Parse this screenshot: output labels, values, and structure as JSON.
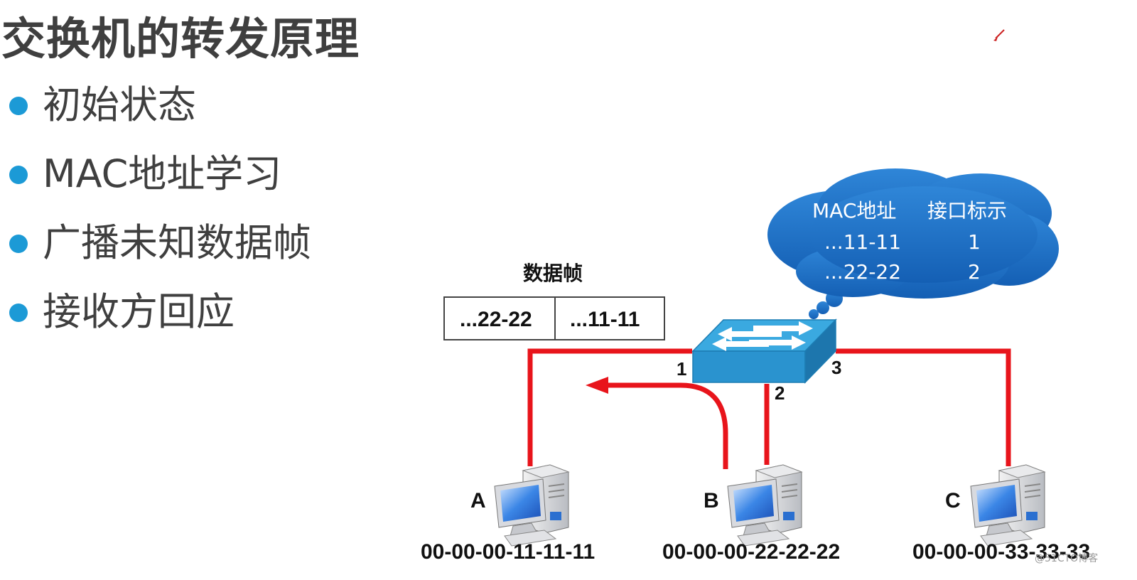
{
  "title": "交换机的转发原理",
  "bullets": [
    "初始状态",
    "MAC地址学习",
    "广播未知数据帧",
    "接收方回应"
  ],
  "frame": {
    "title": "数据帧",
    "dst": "...22-22",
    "src": "...11-11"
  },
  "mac_table": {
    "header_mac": "MAC地址",
    "header_port": "接口标示",
    "rows": [
      {
        "mac": "...11-11",
        "port": "1"
      },
      {
        "mac": "...22-22",
        "port": "2"
      }
    ]
  },
  "ports": {
    "p1": "1",
    "p2": "2",
    "p3": "3"
  },
  "hosts": [
    {
      "letter": "A",
      "mac": "00-00-00-11-11-11"
    },
    {
      "letter": "B",
      "mac": "00-00-00-22-22-22"
    },
    {
      "letter": "C",
      "mac": "00-00-00-33-33-33"
    }
  ],
  "watermark": "@51CTO博客",
  "colors": {
    "link": "#e8141b",
    "switch": "#2f9fd6",
    "cloud": "#1a6fc4",
    "bullet": "#1c9ad6"
  },
  "icons": {
    "switch": "switch-icon",
    "host": "computer-icon",
    "cursor": "pen-cursor-icon"
  }
}
